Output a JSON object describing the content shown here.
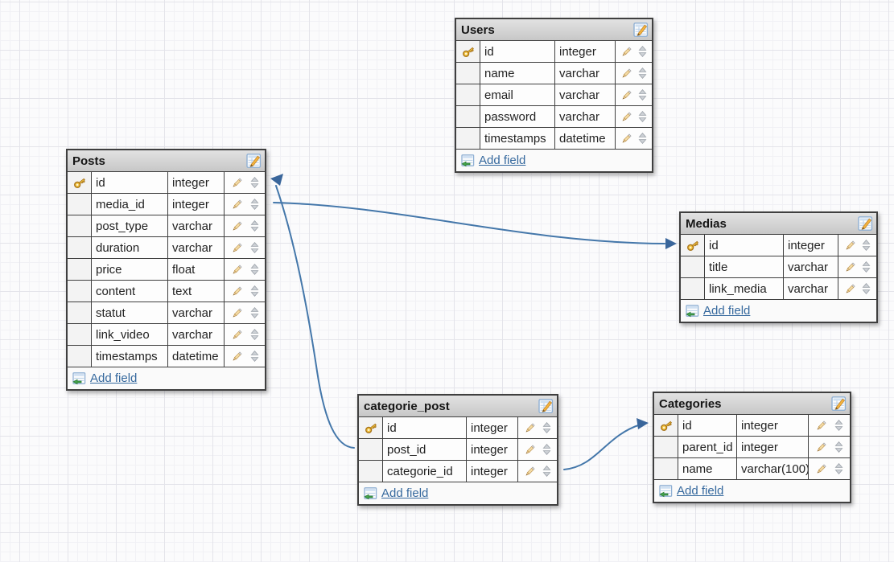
{
  "labels": {
    "add_field": "Add field"
  },
  "colors": {
    "arrow_blue": "#4477aa",
    "link_blue": "#36699e",
    "key_gold": "#f6c843",
    "header_gray": "#d4d4d4"
  },
  "tables": [
    {
      "name": "Users",
      "fields": [
        {
          "name": "id",
          "type": "integer",
          "primary_key": true
        },
        {
          "name": "name",
          "type": "varchar",
          "primary_key": false
        },
        {
          "name": "email",
          "type": "varchar",
          "primary_key": false
        },
        {
          "name": "password",
          "type": "varchar",
          "primary_key": false
        },
        {
          "name": "timestamps",
          "type": "datetime",
          "primary_key": false
        }
      ]
    },
    {
      "name": "Posts",
      "fields": [
        {
          "name": "id",
          "type": "integer",
          "primary_key": true
        },
        {
          "name": "media_id",
          "type": "integer",
          "primary_key": false
        },
        {
          "name": "post_type",
          "type": "varchar",
          "primary_key": false
        },
        {
          "name": "duration",
          "type": "varchar",
          "primary_key": false
        },
        {
          "name": "price",
          "type": "float",
          "primary_key": false
        },
        {
          "name": "content",
          "type": "text",
          "primary_key": false
        },
        {
          "name": "statut",
          "type": "varchar",
          "primary_key": false
        },
        {
          "name": "link_video",
          "type": "varchar",
          "primary_key": false
        },
        {
          "name": "timestamps",
          "type": "datetime",
          "primary_key": false
        }
      ]
    },
    {
      "name": "Medias",
      "fields": [
        {
          "name": "id",
          "type": "integer",
          "primary_key": true
        },
        {
          "name": "title",
          "type": "varchar",
          "primary_key": false
        },
        {
          "name": "link_media",
          "type": "varchar",
          "primary_key": false
        }
      ]
    },
    {
      "name": "categorie_post",
      "fields": [
        {
          "name": "id",
          "type": "integer",
          "primary_key": true
        },
        {
          "name": "post_id",
          "type": "integer",
          "primary_key": false
        },
        {
          "name": "categorie_id",
          "type": "integer",
          "primary_key": false
        }
      ]
    },
    {
      "name": "Categories",
      "fields": [
        {
          "name": "id",
          "type": "integer",
          "primary_key": true
        },
        {
          "name": "parent_id",
          "type": "integer",
          "primary_key": false
        },
        {
          "name": "name",
          "type": "varchar(100)",
          "primary_key": false
        }
      ]
    }
  ],
  "relations": [
    {
      "from_table": "Posts",
      "from_field": "media_id",
      "to_table": "Medias",
      "to_field": "id"
    },
    {
      "from_table": "categorie_post",
      "from_field": "post_id",
      "to_table": "Posts",
      "to_field": "id"
    },
    {
      "from_table": "categorie_post",
      "from_field": "categorie_id",
      "to_table": "Categories",
      "to_field": "id"
    }
  ]
}
